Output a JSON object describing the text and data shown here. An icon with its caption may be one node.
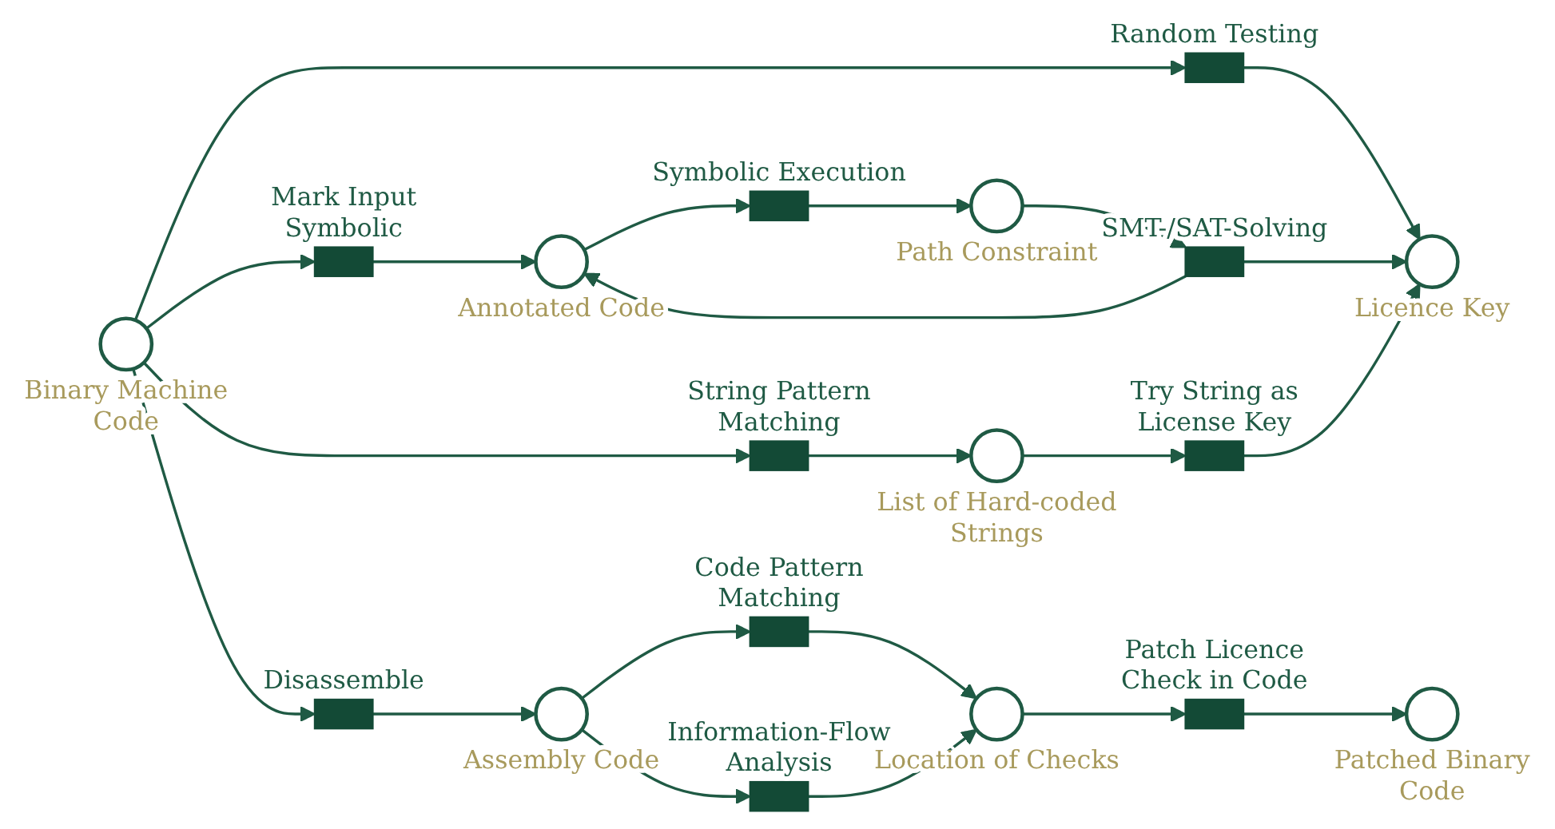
{
  "diagram": {
    "nodes": [
      {
        "text": [],
        "shape": "circle",
        "beside": [
          "Binary Machine Code"
        ]
      },
      {
        "text": [],
        "shape": "bar",
        "beside": [
          "Random Testing"
        ]
      },
      {
        "text": [],
        "shape": "bar",
        "beside": [
          "Mark Input Symbolic"
        ]
      },
      {
        "text": [],
        "shape": "bar",
        "beside": [
          "String Pattern Matching"
        ]
      },
      {
        "text": [],
        "shape": "bar",
        "beside": [
          "Disassemble"
        ]
      },
      {
        "text": [],
        "shape": "circle",
        "beside": [
          "Annotated Code"
        ]
      },
      {
        "text": [],
        "shape": "bar",
        "beside": [
          "Symbolic Execution"
        ]
      },
      {
        "text": [],
        "shape": "circle",
        "beside": [
          "Path Constraint"
        ]
      },
      {
        "text": [],
        "shape": "bar",
        "beside": [
          "SMT-/SAT-Solving"
        ]
      },
      {
        "text": [],
        "shape": "circle",
        "beside": [
          "Licence Key"
        ]
      },
      {
        "text": [],
        "shape": "circle",
        "beside": [
          "List of Hard-coded Strings"
        ]
      },
      {
        "text": [],
        "shape": "bar",
        "beside": [
          "Try String as License Key"
        ]
      },
      {
        "text": [],
        "shape": "circle",
        "beside": [
          "Assembly Code"
        ]
      },
      {
        "text": [],
        "shape": "bar",
        "beside": [
          "Code Pattern Matching"
        ]
      },
      {
        "text": [],
        "shape": "bar",
        "beside": [
          "Information-Flow Analysis"
        ]
      },
      {
        "text": [],
        "shape": "circle",
        "beside": [
          "Location of Checks"
        ]
      },
      {
        "text": [],
        "shape": "bar",
        "beside": [
          "Patch Licence Check in Code"
        ]
      },
      {
        "text": [],
        "shape": "circle",
        "beside": [
          "Patched Binary Code"
        ]
      }
    ],
    "edges": [
      {
        "from": 0,
        "to": 1,
        "arrow": "to"
      },
      {
        "from": 0,
        "to": 2,
        "arrow": "to"
      },
      {
        "from": 0,
        "to": 3,
        "arrow": "to"
      },
      {
        "from": 0,
        "to": 4,
        "arrow": "to"
      },
      {
        "from": 1,
        "to": 9,
        "arrow": "to"
      },
      {
        "from": 2,
        "to": 5,
        "arrow": "to"
      },
      {
        "from": 5,
        "to": 6,
        "arrow": "to"
      },
      {
        "from": 6,
        "to": 7,
        "arrow": "to"
      },
      {
        "from": 7,
        "to": 8,
        "arrow": "to"
      },
      {
        "from": 8,
        "to": 9,
        "arrow": "to"
      },
      {
        "from": 8,
        "to": 5,
        "arrow": "to"
      },
      {
        "from": 3,
        "to": 10,
        "arrow": "to"
      },
      {
        "from": 10,
        "to": 11,
        "arrow": "to"
      },
      {
        "from": 11,
        "to": 9,
        "arrow": "to"
      },
      {
        "from": 4,
        "to": 12,
        "arrow": "to"
      },
      {
        "from": 12,
        "to": 13,
        "arrow": "to"
      },
      {
        "from": 12,
        "to": 14,
        "arrow": "to"
      },
      {
        "from": 13,
        "to": 15,
        "arrow": "to"
      },
      {
        "from": 14,
        "to": 15,
        "arrow": "to"
      },
      {
        "from": 15,
        "to": 16,
        "arrow": "to"
      },
      {
        "from": 16,
        "to": 17,
        "arrow": "to"
      }
    ]
  }
}
